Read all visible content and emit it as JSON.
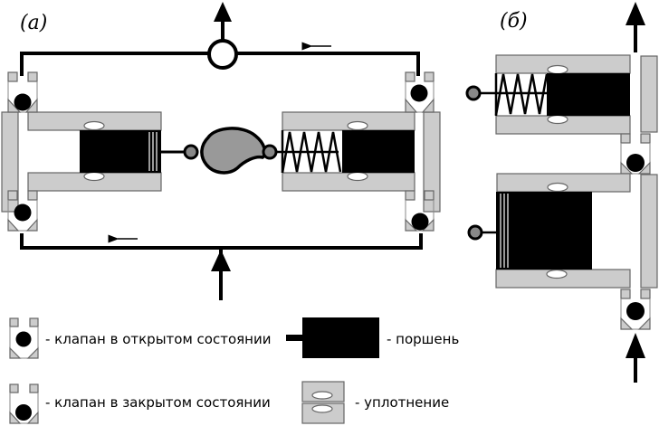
{
  "diagram": {
    "panel_a_label": "(а)",
    "panel_b_label": "(б)",
    "colors": {
      "body_gray": "#cccccc",
      "piston": "#000000",
      "valve_ball": "#000000",
      "pivot_gray": "#888888",
      "cam_gray": "#999999"
    }
  },
  "legend": {
    "valve_open": "- клапан в открытом состоянии",
    "valve_closed": "- клапан в закрытом состоянии",
    "piston": "- поршень",
    "seal": "- уплотнение"
  }
}
